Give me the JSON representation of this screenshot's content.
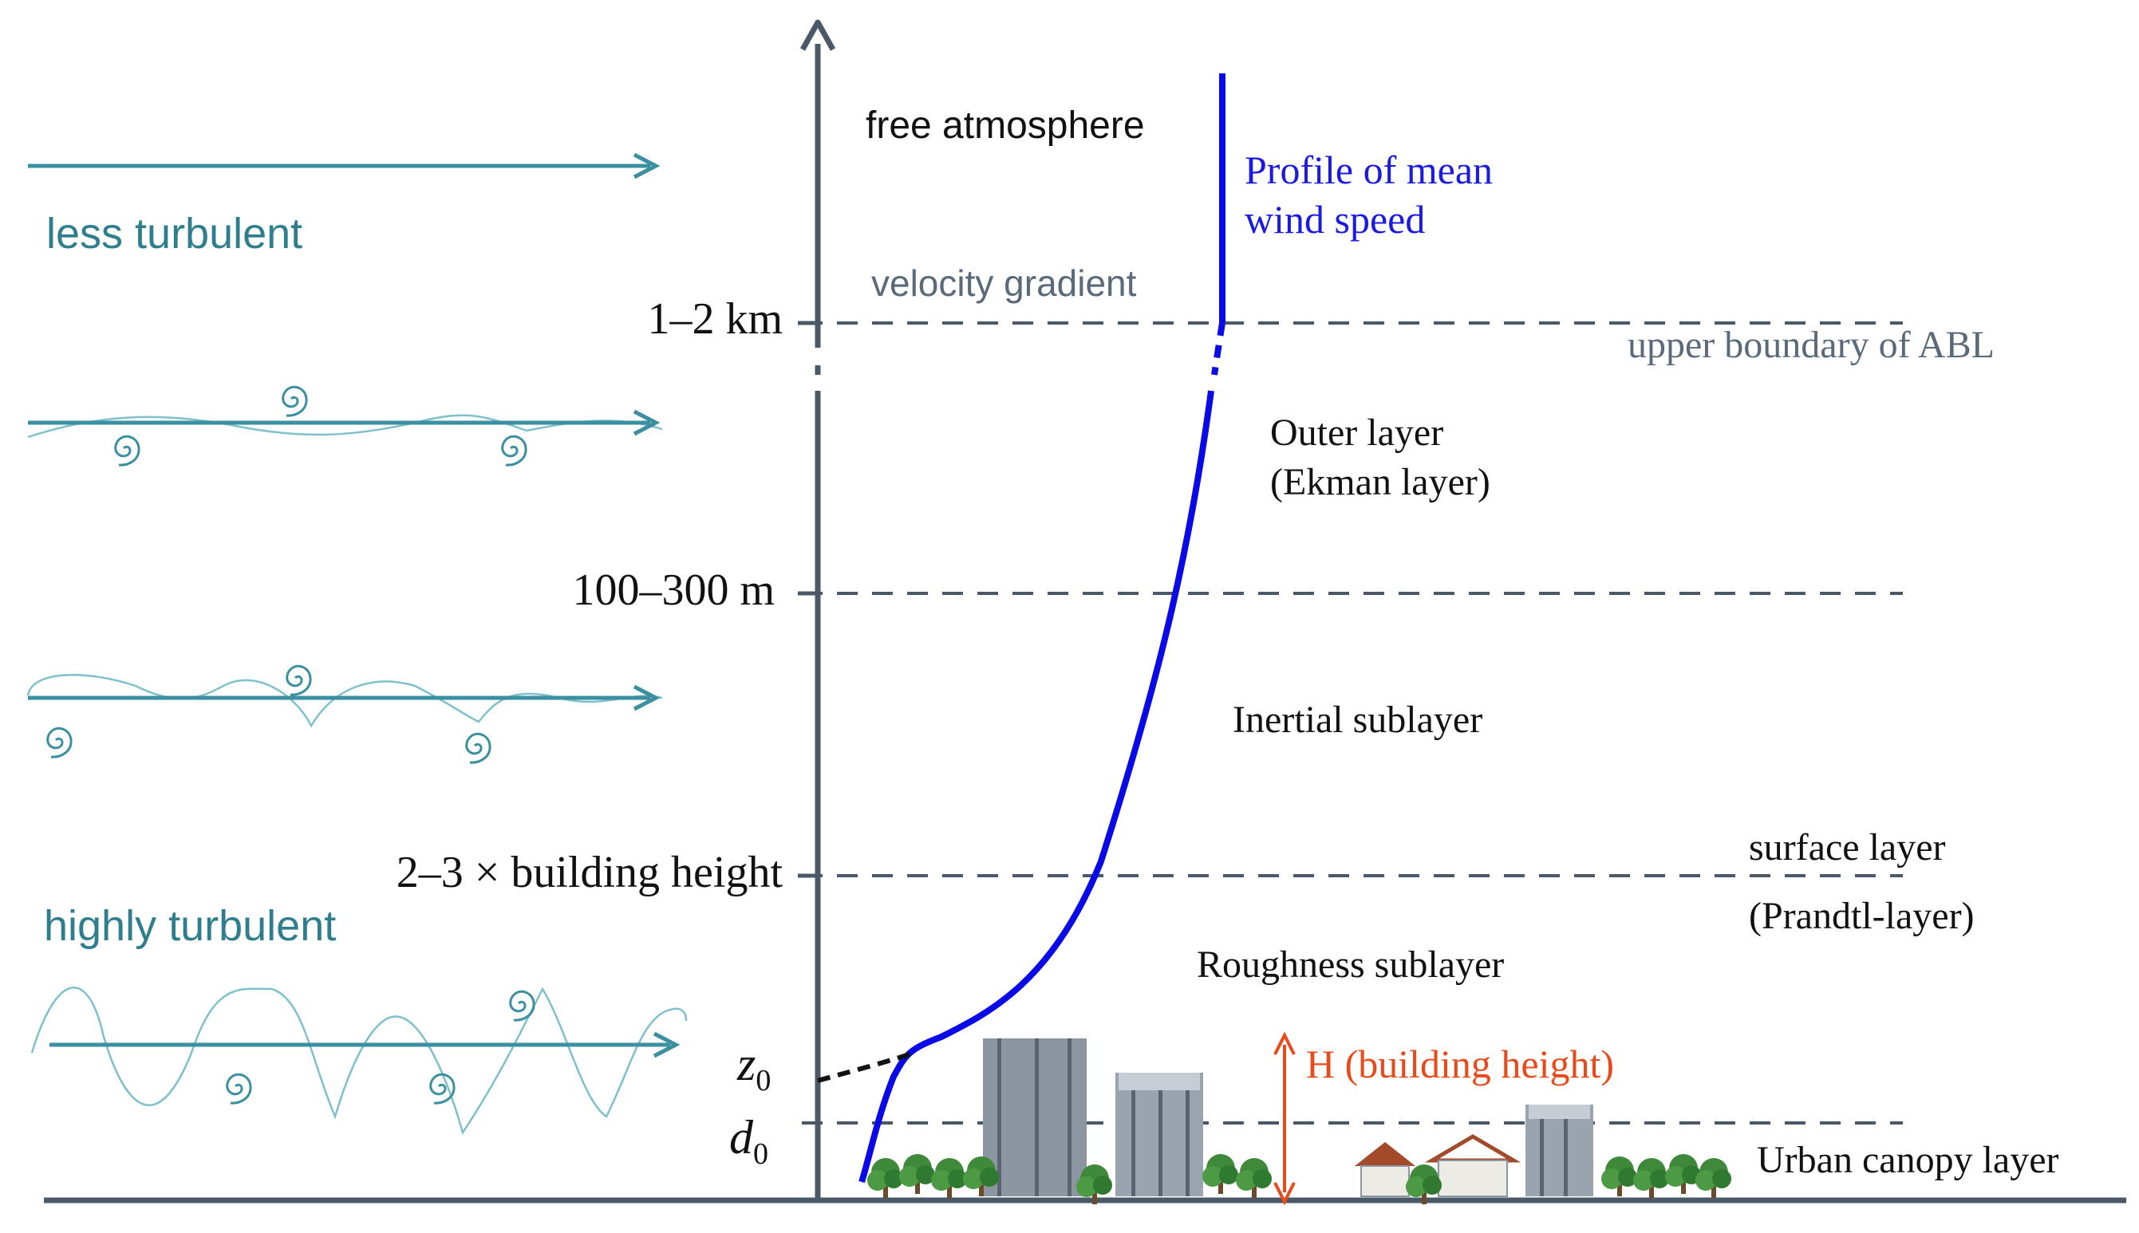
{
  "colors": {
    "axis": "#4a5868",
    "teal": "#3a8fa0",
    "teal_text": "#2e7e8e",
    "profile": "#0a0ae6",
    "profile_text": "#1a1ae0",
    "dash": "#4a5868",
    "gray_text": "#5a6a7a",
    "red": "#e84a1a",
    "building": "#8c96a0",
    "building_dark": "#5a6470",
    "tree": "#3e8a3a"
  },
  "height_labels": {
    "abl_top": "1–2 km",
    "outer_bottom": "100–300 m",
    "surface_top": "2–3 × building height",
    "z0": "z",
    "z0_sub": "0",
    "d0": "d",
    "d0_sub": "0"
  },
  "layer_labels": {
    "free_atmosphere": "free atmosphere",
    "velocity_gradient": "velocity gradient",
    "profile_line1": "Profile of mean",
    "profile_line2": "wind speed",
    "upper_boundary": "upper boundary of ABL",
    "outer_line1": "Outer layer",
    "outer_line2": "(Ekman layer)",
    "inertial": "Inertial sublayer",
    "surface_line1": "surface layer",
    "surface_line2": "(Prandtl-layer)",
    "roughness": "Roughness sublayer",
    "building_height": "H (building height)",
    "urban_canopy": "Urban canopy layer"
  },
  "turbulence_labels": {
    "less": "less turbulent",
    "highly": "highly turbulent"
  },
  "icons": {
    "vertical_axis": "up-arrow-axis",
    "ground": "ground-line",
    "eddy": "spiral-eddy-icon",
    "city": "buildings-and-trees-illustration"
  }
}
